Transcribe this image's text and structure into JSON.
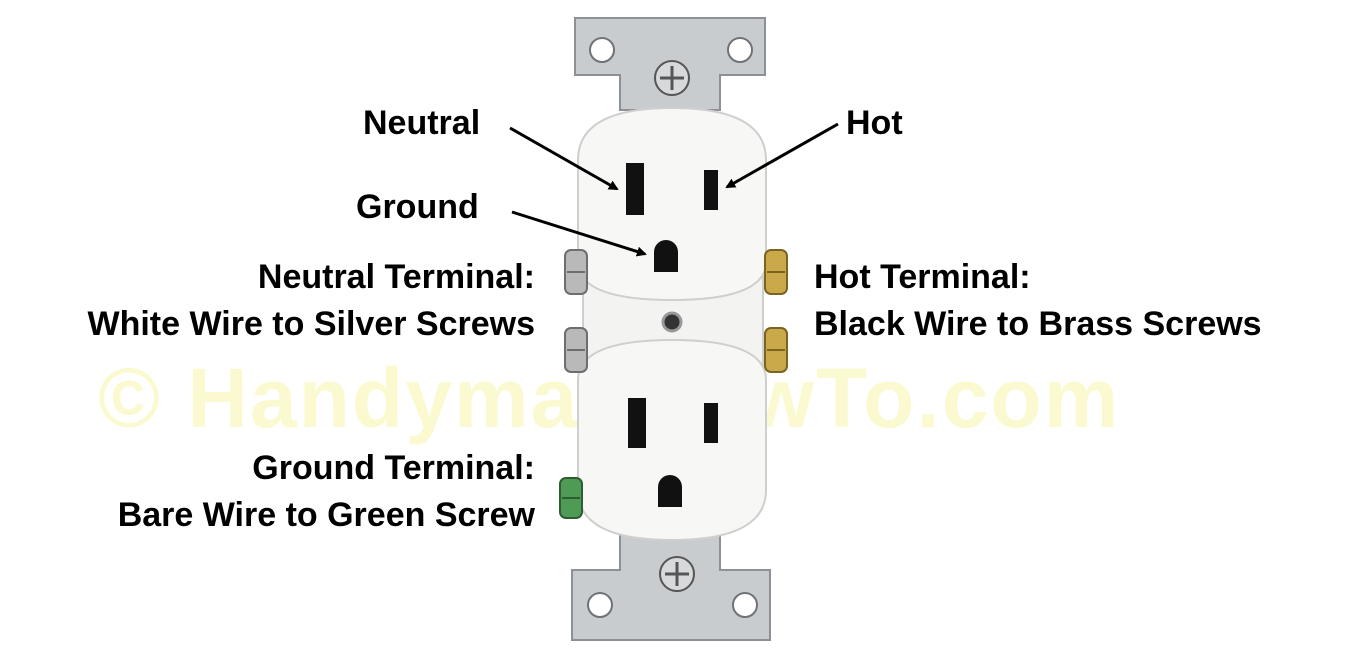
{
  "labels": {
    "neutral": "Neutral",
    "hot": "Hot",
    "ground": "Ground",
    "neutral_terminal_line1": "Neutral Terminal:",
    "neutral_terminal_line2": "White Wire to Silver Screws",
    "hot_terminal_line1": "Hot Terminal:",
    "hot_terminal_line2": "Black Wire to Brass Screws",
    "ground_terminal_line1": "Ground Terminal:",
    "ground_terminal_line2": "Bare Wire to Green Screw"
  },
  "watermark": "© HandymanHowTo.com",
  "colors": {
    "text": "#000000",
    "outlet_body": "#f7f7f5",
    "metal_strap": "#c9cccf",
    "brass_screw": "#c9a94a",
    "silver_screw": "#b9b9b9",
    "green_screw": "#4f9a55",
    "watermark": "#fbf9cf"
  }
}
